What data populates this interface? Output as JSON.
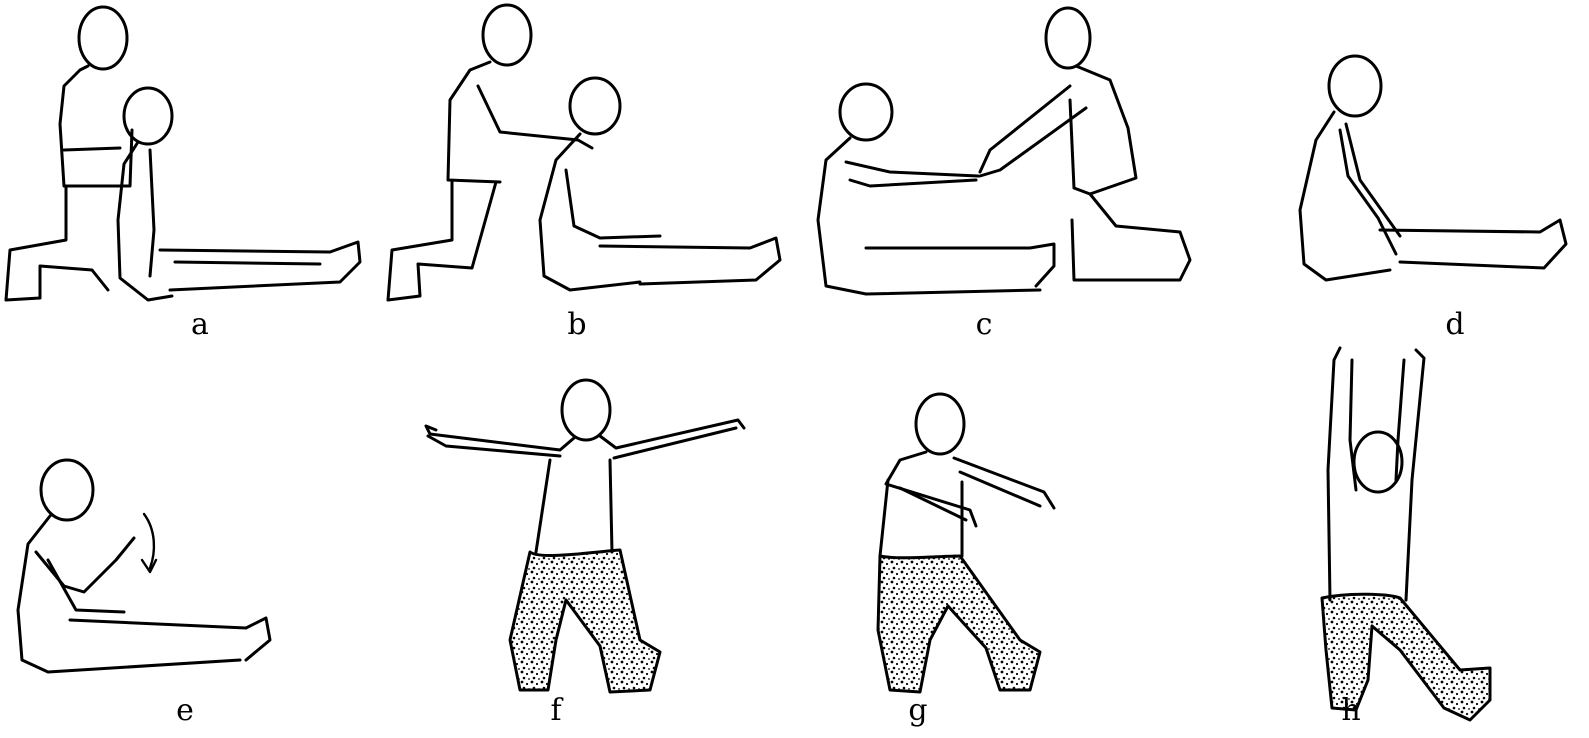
{
  "panels": [
    {
      "label": "a"
    },
    {
      "label": "b"
    },
    {
      "label": "c"
    },
    {
      "label": "d"
    },
    {
      "label": "e"
    },
    {
      "label": "f"
    },
    {
      "label": "g"
    },
    {
      "label": "h"
    }
  ],
  "colors": {
    "ink": "#000000",
    "background": "#ffffff"
  }
}
